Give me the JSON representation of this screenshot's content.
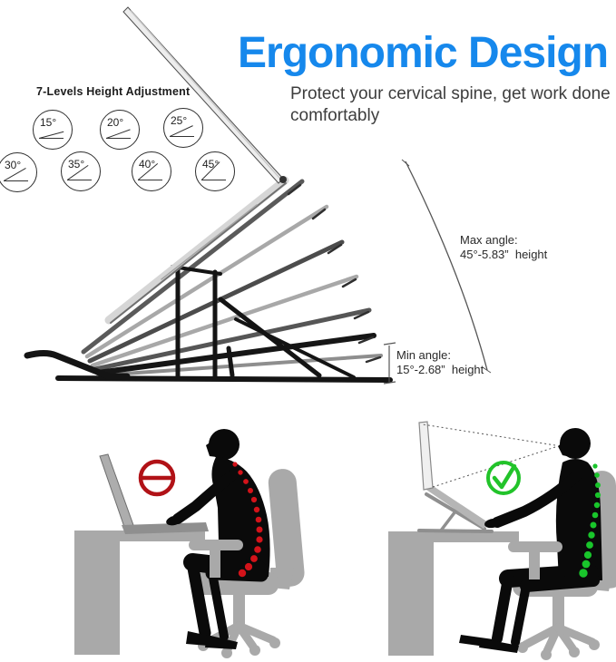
{
  "header": {
    "title": "Ergonomic Design",
    "subtitle": "Protect your cervical spine, get work done comfortably"
  },
  "adjustment": {
    "heading": "7-Levels Height Adjustment",
    "angles": [
      "15°",
      "20°",
      "25°",
      "30°",
      "35°",
      "40°",
      "45°"
    ]
  },
  "annotations": {
    "max": {
      "label": "Max angle:",
      "value": "45°-5.83”  height"
    },
    "min": {
      "label": "Min angle:",
      "value": "15°-2.68”  height"
    }
  },
  "icons": {
    "bad": "no-symbol-icon",
    "good": "check-circle-icon"
  },
  "colors": {
    "title_blue": "#1688ec",
    "bad_red": "#b11217",
    "good_green": "#22c32a",
    "silhouette_black": "#0a0a0a",
    "furniture_gray": "#a9a9a9"
  }
}
